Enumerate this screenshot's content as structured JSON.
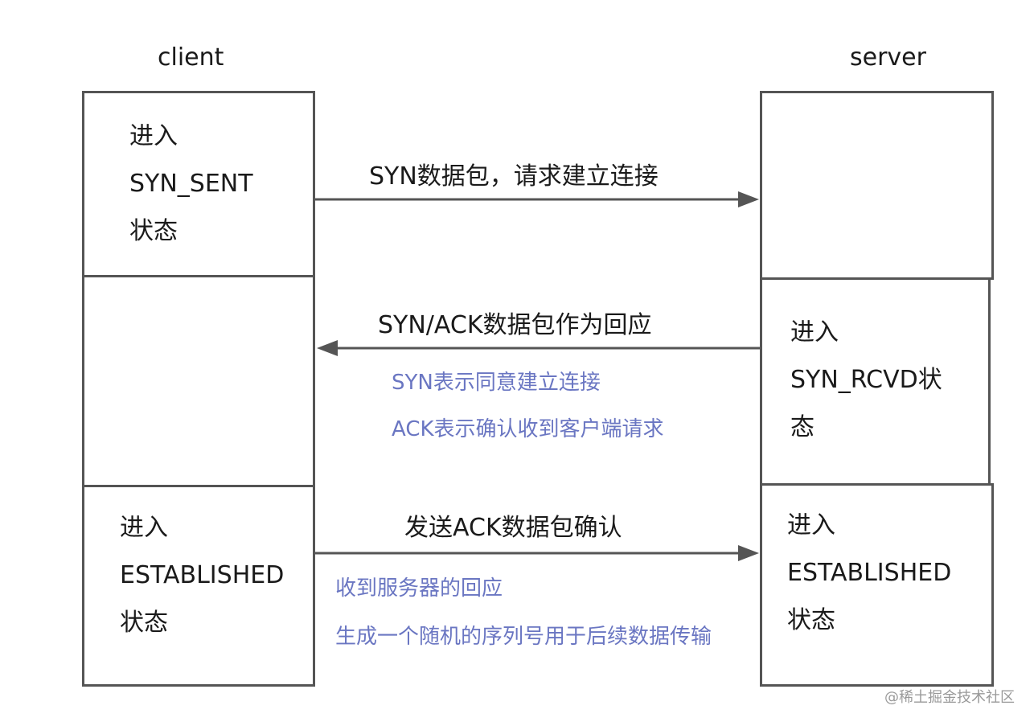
{
  "headers": {
    "client": "client",
    "server": "server"
  },
  "client_boxes": [
    {
      "lines": [
        "进入",
        "SYN_SENT",
        "状态"
      ]
    },
    {
      "lines": []
    },
    {
      "lines": [
        "进入",
        "ESTABLISHED",
        "状态"
      ]
    }
  ],
  "server_boxes": [
    {
      "lines": []
    },
    {
      "lines": [
        "进入",
        "SYN_RCVD状",
        "态"
      ]
    },
    {
      "lines": [
        "进入",
        "ESTABLISHED",
        "状态"
      ]
    }
  ],
  "messages": [
    {
      "label": "SYN数据包，请求建立连接",
      "direction": "client-to-server",
      "notes": []
    },
    {
      "label": "SYN/ACK数据包作为回应",
      "direction": "server-to-client",
      "notes": [
        "SYN表示同意建立连接",
        "ACK表示确认收到客户端请求"
      ]
    },
    {
      "label": "发送ACK数据包确认",
      "direction": "client-to-server",
      "notes": [
        "收到服务器的回应",
        "生成一个随机的序列号用于后续数据传输"
      ]
    }
  ],
  "colors": {
    "border": "#555555",
    "arrow": "#555555",
    "note": "#6a76c2"
  },
  "watermark": "@稀土掘金技术社区"
}
